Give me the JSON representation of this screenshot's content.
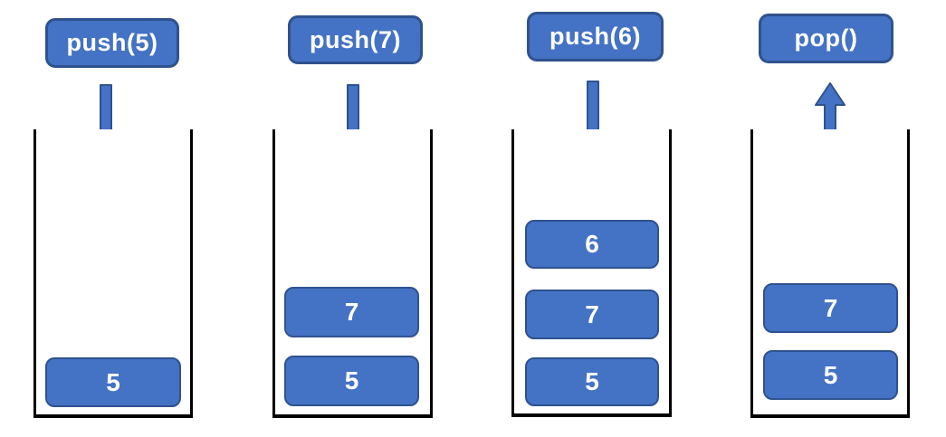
{
  "colors": {
    "block_fill": "#4472C4",
    "block_border": "#2F528F",
    "container_line": "#000000",
    "label_text": "#FFFFFF"
  },
  "panels": [
    {
      "op_label": "push(5)",
      "arrow_direction": "down",
      "stack_top_to_bottom": [
        "5"
      ]
    },
    {
      "op_label": "push(7)",
      "arrow_direction": "down",
      "stack_top_to_bottom": [
        "7",
        "5"
      ]
    },
    {
      "op_label": "push(6)",
      "arrow_direction": "down",
      "stack_top_to_bottom": [
        "6",
        "7",
        "5"
      ]
    },
    {
      "op_label": "pop()",
      "arrow_direction": "up",
      "stack_top_to_bottom": [
        "7",
        "5"
      ]
    }
  ]
}
